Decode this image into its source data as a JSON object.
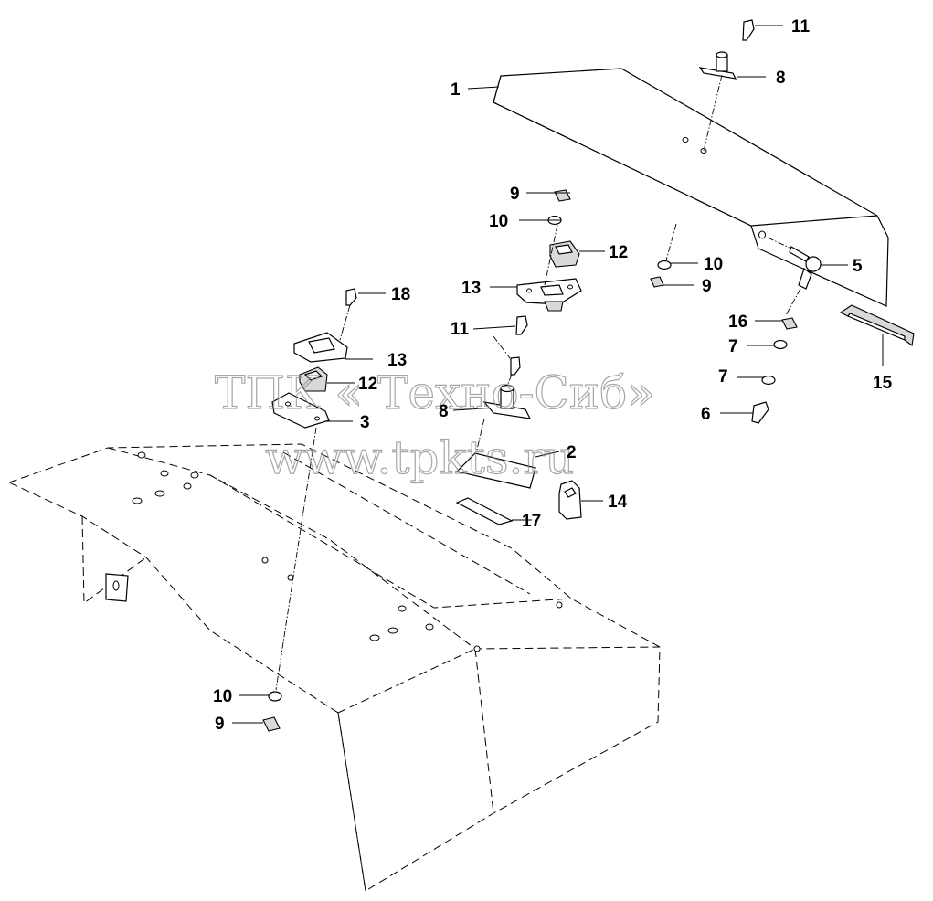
{
  "watermark": {
    "company": "ТПК « Техно-Сиб»",
    "url": "www.tpkts.ru"
  },
  "callouts": [
    {
      "id": "c1",
      "label": "1"
    },
    {
      "id": "c2",
      "label": "2"
    },
    {
      "id": "c3",
      "label": "3"
    },
    {
      "id": "c5",
      "label": "5"
    },
    {
      "id": "c6",
      "label": "6"
    },
    {
      "id": "c7a",
      "label": "7"
    },
    {
      "id": "c7b",
      "label": "7"
    },
    {
      "id": "c8a",
      "label": "8"
    },
    {
      "id": "c8b",
      "label": "8"
    },
    {
      "id": "c9a",
      "label": "9"
    },
    {
      "id": "c9b",
      "label": "9"
    },
    {
      "id": "c9c",
      "label": "9"
    },
    {
      "id": "c10a",
      "label": "10"
    },
    {
      "id": "c10b",
      "label": "10"
    },
    {
      "id": "c10c",
      "label": "10"
    },
    {
      "id": "c11a",
      "label": "11"
    },
    {
      "id": "c11b",
      "label": "11"
    },
    {
      "id": "c12a",
      "label": "12"
    },
    {
      "id": "c12b",
      "label": "12"
    },
    {
      "id": "c13a",
      "label": "13"
    },
    {
      "id": "c13b",
      "label": "13"
    },
    {
      "id": "c14",
      "label": "14"
    },
    {
      "id": "c15",
      "label": "15"
    },
    {
      "id": "c16",
      "label": "16"
    },
    {
      "id": "c17",
      "label": "17"
    },
    {
      "id": "c18",
      "label": "18"
    }
  ]
}
